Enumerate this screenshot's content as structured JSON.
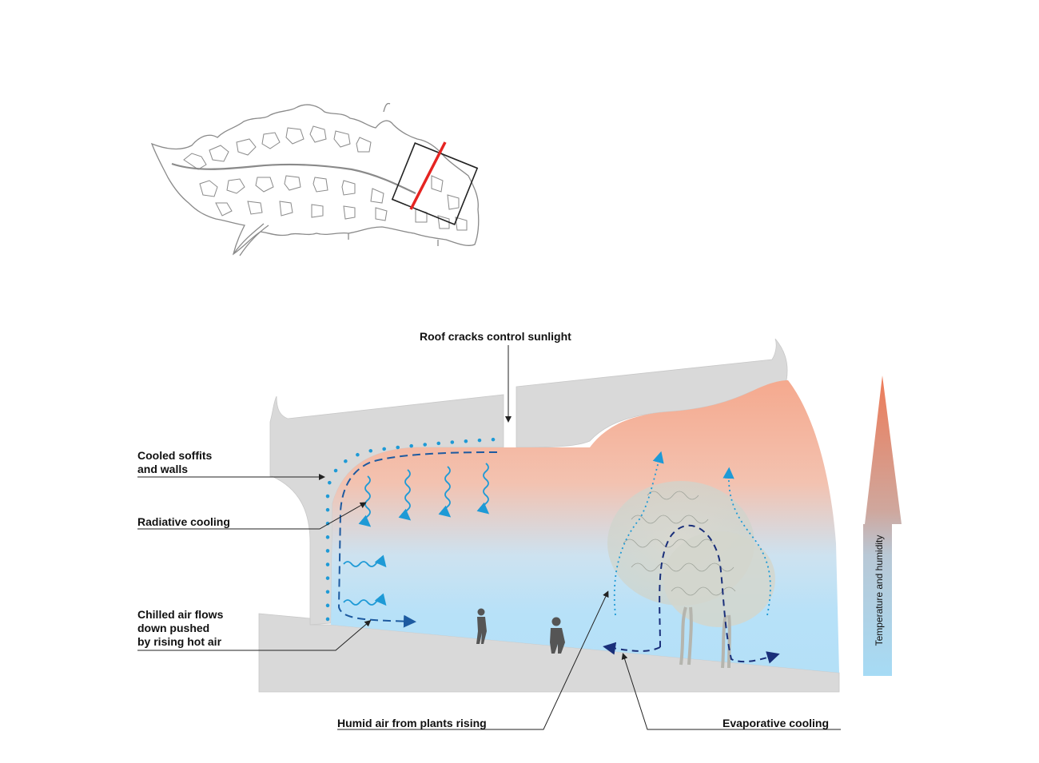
{
  "labels": {
    "roof": "Roof cracks control sunlight",
    "soffits": "Cooled soffits\nand walls",
    "radiative": "Radiative cooling",
    "chilled": "Chilled air flows\ndown pushed\nby rising hot air",
    "humid": "Humid air from plants rising",
    "evaporative": "Evaporative cooling",
    "gradient": "Temperature and humidity"
  },
  "colors": {
    "warm": "#f2a58c",
    "cool": "#b6e2f8",
    "structure": "#d9d9d9",
    "section_line": "#e52421",
    "arrow_light": "#1e9ad6",
    "arrow_dark": "#1a2f7a",
    "arrow_top": "#ee7d5c",
    "arrow_bottom": "#a8dcf5"
  },
  "icons": {
    "people": "person-silhouette-icon",
    "trees": "tree-icon"
  }
}
